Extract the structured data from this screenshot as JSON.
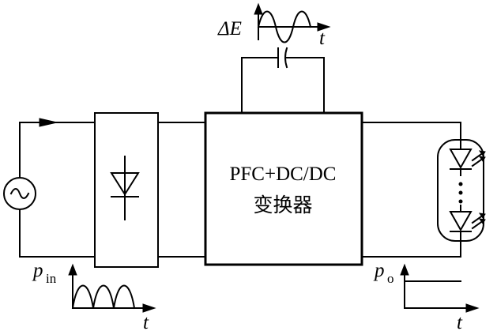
{
  "converter": {
    "line1": "PFC+DC/DC",
    "line2": "变换器"
  },
  "delta_e": {
    "label": "ΔE",
    "time_label": "t"
  },
  "input_power": {
    "symbol": "p",
    "subscript": "in",
    "time_label": "t"
  },
  "output_power": {
    "symbol": "p",
    "subscript": "o",
    "time_label": "t"
  }
}
